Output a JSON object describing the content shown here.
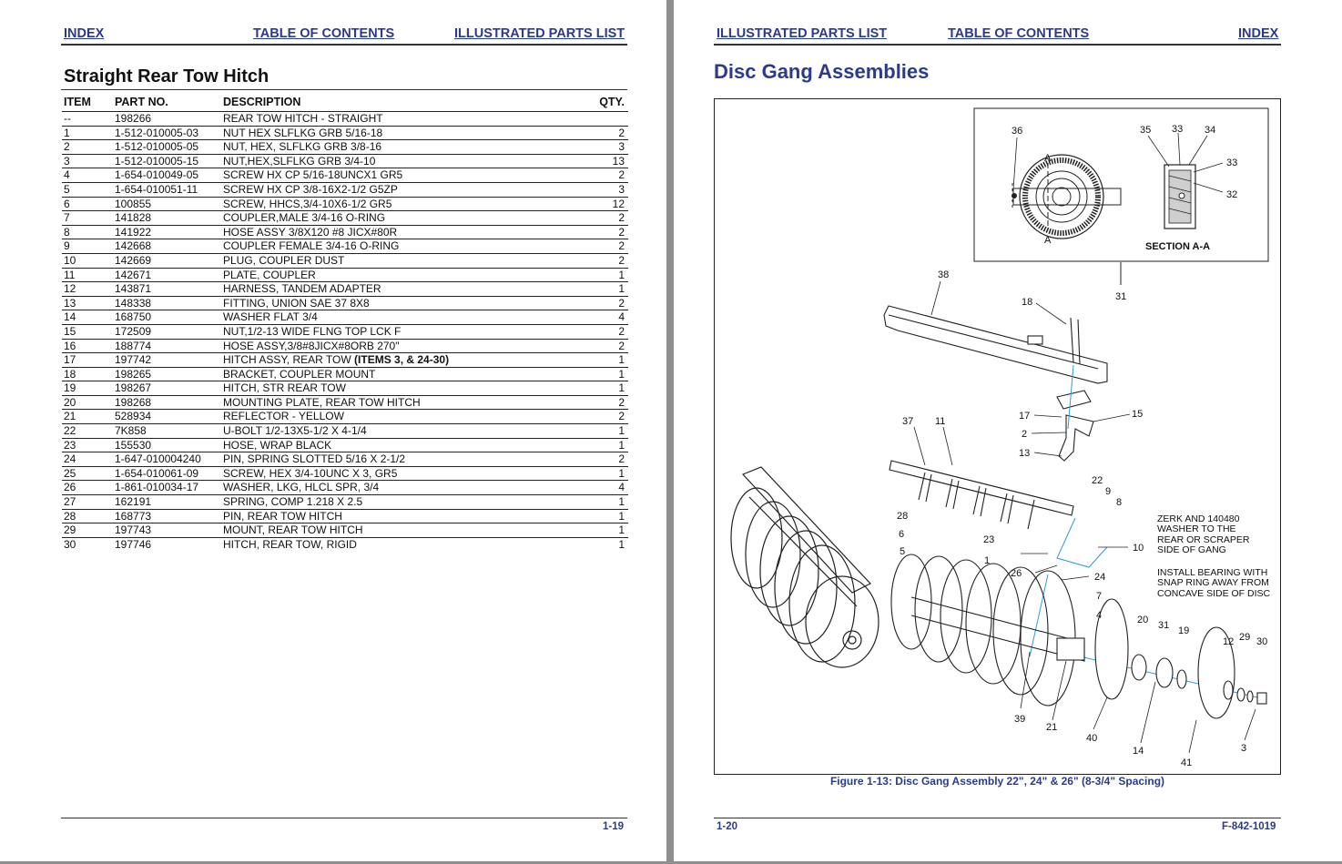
{
  "left_page": {
    "nav": {
      "index": "INDEX",
      "toc": "TABLE OF CONTENTS",
      "ipl": "ILLUSTRATED PARTS LIST"
    },
    "title": "Straight Rear Tow Hitch",
    "table": {
      "headers": [
        "ITEM",
        "PART NO.",
        "DESCRIPTION",
        "QTY."
      ],
      "rows": [
        [
          "--",
          "198266",
          "REAR TOW HITCH - STRAIGHT",
          ""
        ],
        [
          "1",
          "1-512-010005-03",
          "NUT HEX SLFLKG GRB 5/16-18",
          "2"
        ],
        [
          "2",
          "1-512-010005-05",
          "NUT, HEX, SLFLKG GRB 3/8-16",
          "3"
        ],
        [
          "3",
          "1-512-010005-15",
          "NUT,HEX,SLFLKG GRB 3/4-10",
          "13"
        ],
        [
          "4",
          "1-654-010049-05",
          "SCREW HX CP 5/16-18UNCX1 GR5",
          "2"
        ],
        [
          "5",
          "1-654-010051-11",
          "SCREW HX CP 3/8-16X2-1/2 G5ZP",
          "3"
        ],
        [
          "6",
          "100855",
          "SCREW, HHCS,3/4-10X6-1/2 GR5",
          "12"
        ],
        [
          "7",
          "141828",
          "COUPLER,MALE 3/4-16 O-RING",
          "2"
        ],
        [
          "8",
          "141922",
          "HOSE ASSY 3/8X120 #8 JICX#80R",
          "2"
        ],
        [
          "9",
          "142668",
          "COUPLER FEMALE 3/4-16 O-RING",
          "2"
        ],
        [
          "10",
          "142669",
          "PLUG, COUPLER DUST",
          "2"
        ],
        [
          "11",
          "142671",
          "PLATE, COUPLER",
          "1"
        ],
        [
          "12",
          "143871",
          "HARNESS, TANDEM ADAPTER",
          "1"
        ],
        [
          "13",
          "148338",
          "FITTING, UNION SAE 37 8X8",
          "2"
        ],
        [
          "14",
          "168750",
          "WASHER FLAT 3/4",
          "4"
        ],
        [
          "15",
          "172509",
          "NUT,1/2-13 WIDE FLNG TOP LCK F",
          "2"
        ],
        [
          "16",
          "188774",
          "HOSE ASSY,3/8#8JICX#8ORB 270\"",
          "2"
        ],
        [
          "17",
          "197742",
          "HITCH ASSY, REAR TOW ",
          "1"
        ],
        [
          "18",
          "198265",
          "BRACKET, COUPLER MOUNT",
          "1"
        ],
        [
          "19",
          "198267",
          "HITCH, STR REAR TOW",
          "1"
        ],
        [
          "20",
          "198268",
          "MOUNTING PLATE, REAR TOW HITCH",
          "2"
        ],
        [
          "21",
          "528934",
          "REFLECTOR - YELLOW",
          "2"
        ],
        [
          "22",
          "7K858",
          "U-BOLT 1/2-13X5-1/2 X 4-1/4",
          "1"
        ],
        [
          "23",
          "155530",
          "HOSE, WRAP BLACK",
          "1"
        ],
        [
          "24",
          "1-647-010004240",
          "PIN, SPRING SLOTTED 5/16 X 2-1/2",
          "2"
        ],
        [
          "25",
          "1-654-010061-09",
          "SCREW, HEX 3/4-10UNC X 3, GR5",
          "1"
        ],
        [
          "26",
          "1-861-010034-17",
          "WASHER, LKG, HLCL SPR, 3/4",
          "4"
        ],
        [
          "27",
          "162191",
          "SPRING, COMP 1.218 X 2.5",
          "1"
        ],
        [
          "28",
          "168773",
          "PIN, REAR TOW HITCH",
          "1"
        ],
        [
          "29",
          "197743",
          "MOUNT, REAR TOW HITCH",
          "1"
        ],
        [
          "30",
          "197746",
          "HITCH, REAR TOW, RIGID",
          "1"
        ]
      ],
      "row17_bold": "(ITEMS 3, & 24-30)"
    },
    "page_number": "1-19"
  },
  "right_page": {
    "nav": {
      "ipl": "ILLUSTRATED PARTS LIST",
      "toc": "TABLE OF CONTENTS",
      "index": "INDEX"
    },
    "title": "Disc Gang Assemblies",
    "figure": {
      "section_label": "SECTION A-A",
      "section_cut": "A",
      "callouts": [
        "36",
        "35",
        "33",
        "34",
        "33",
        "32",
        "31",
        "38",
        "18",
        "17",
        "2",
        "13",
        "15",
        "37",
        "11",
        "22",
        "9",
        "8",
        "28",
        "6",
        "5",
        "23",
        "1",
        "10",
        "26",
        "24",
        "7",
        "4",
        "20",
        "31",
        "19",
        "12",
        "29",
        "30",
        "39",
        "21",
        "40",
        "14",
        "3",
        "41"
      ],
      "note1": [
        "ZERK AND 140480",
        "WASHER TO THE",
        "REAR OR SCRAPER",
        "SIDE OF GANG"
      ],
      "note2": [
        "INSTALL BEARING WITH",
        "SNAP RING AWAY FROM",
        "CONCAVE SIDE OF DISC"
      ],
      "caption": "Figure 1-13:  Disc Gang Assembly 22\", 24\" & 26\" (8-3/4\" Spacing)"
    },
    "page_number": "1-20",
    "doc_number": "F-842-1019"
  }
}
